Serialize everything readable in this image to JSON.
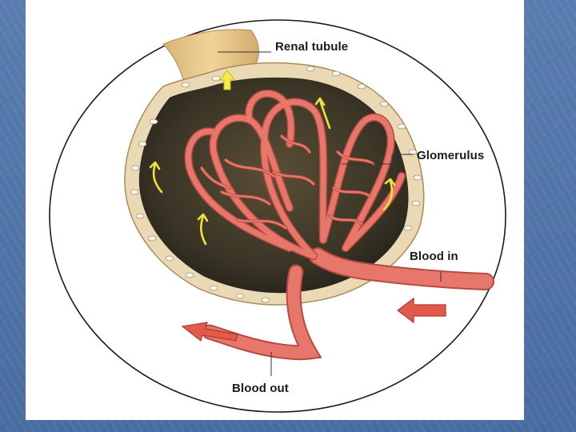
{
  "diagram": {
    "labels": {
      "renal_tubule": "Renal tubule",
      "glomerulus": "Glomerulus",
      "blood_in": "Blood in",
      "blood_out": "Blood out"
    },
    "colors": {
      "slide_background": "#4f72a6",
      "panel": "#ffffff",
      "vessel": "#e8776b",
      "vessel_outline": "#b84a40",
      "capsule_wall": "#ead9b4",
      "capsule_cells": "#f4f1e8",
      "tubule": "#e8c88a",
      "interior": "#3a3526",
      "filtration_arrow": "#f0e040",
      "flow_arrow": "#e35a4a"
    }
  }
}
